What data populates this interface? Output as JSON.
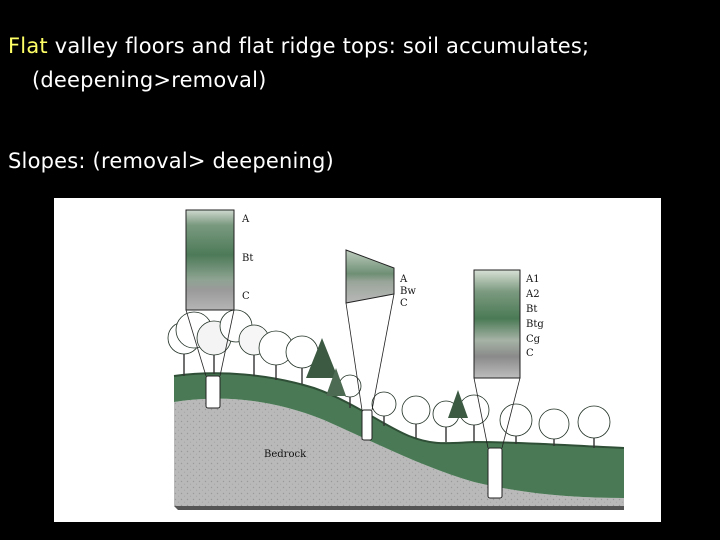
{
  "text": {
    "line1_highlight": "Flat",
    "line1_rest": " valley floors and flat ridge tops: soil accumulates;",
    "line2": "(deepening>removal)",
    "line3": "Slopes: (removal> deepening)"
  },
  "diagram": {
    "bedrock_label": "Bedrock",
    "profile_ridge": [
      "A",
      "Bt",
      "C"
    ],
    "profile_slope": [
      "A",
      "Bw",
      "C"
    ],
    "profile_valley": [
      "A1",
      "A2",
      "Bt",
      "Btg",
      "Cg",
      "C"
    ]
  },
  "colors": {
    "background": "#000000",
    "text": "#ffffff",
    "highlight": "#ffff66",
    "soil_green": "#4a7a55",
    "bedrock": "#b8b8b8"
  }
}
